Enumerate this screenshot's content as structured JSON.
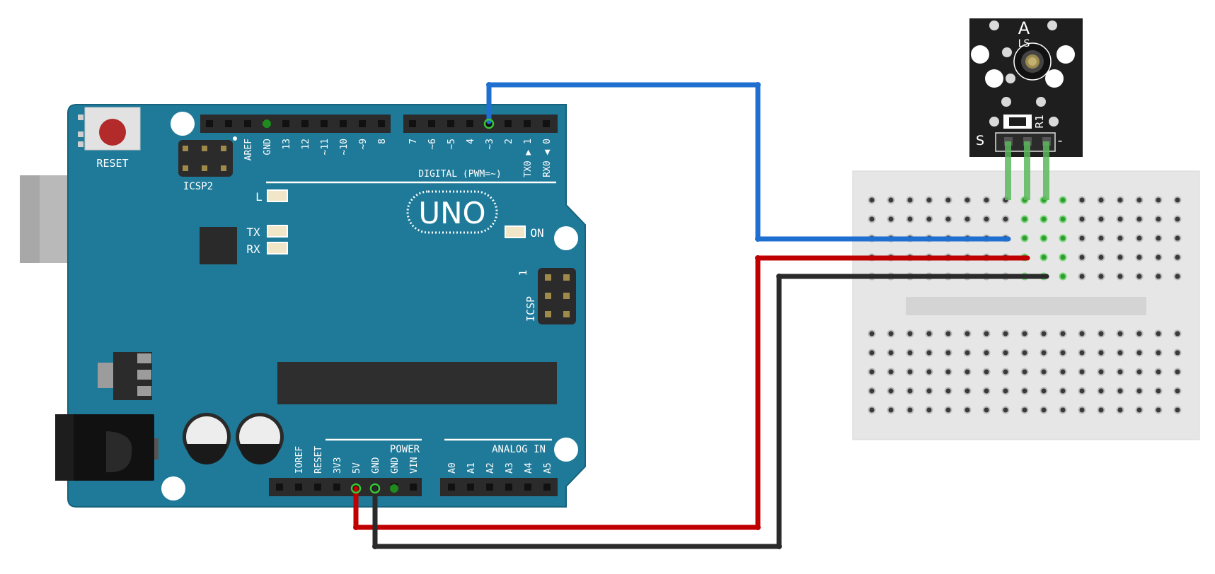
{
  "board": {
    "reset_label": "RESET",
    "icsp2_label": "ICSP2",
    "icsp_label": "ICSP",
    "icsp_pin1": "1",
    "digital_section": "DIGITAL (PWM=~)",
    "digital_pins": [
      "AREF",
      "GND",
      "13",
      "12",
      "~11",
      "~10",
      "~9",
      "8",
      "7",
      "~6",
      "~5",
      "4",
      "~3",
      "2",
      "TX0 ▶ 1",
      "RX0 ◀ 0"
    ],
    "logo": "UNO",
    "led_l": "L",
    "led_tx": "TX",
    "led_rx": "RX",
    "led_on": "ON",
    "power_section": "POWER",
    "power_pins": [
      "IOREF",
      "RESET",
      "3V3",
      "5V",
      "GND",
      "GND",
      "VIN"
    ],
    "analog_section": "ANALOG IN",
    "analog_pins": [
      "A0",
      "A1",
      "A2",
      "A3",
      "A4",
      "A5"
    ],
    "board_color": "#1f7a99",
    "header_color": "#2b2b2b"
  },
  "sensor_module": {
    "title": "A",
    "subtitle": "LS",
    "resistor_label": "R1",
    "signal_label": "S",
    "ground_label": "-",
    "pcb_color": "#1e1e1e",
    "leg_color": "#5cb85c"
  },
  "wires": [
    {
      "name": "signal",
      "from": "~3",
      "to": "S",
      "color": "#1f6fd1"
    },
    {
      "name": "power",
      "from": "5V",
      "to": "middle pin",
      "color": "#c00000"
    },
    {
      "name": "ground",
      "from": "GND",
      "to": "-",
      "color": "#2a2a2a"
    }
  ],
  "breadboard_color": "#e8e8e8"
}
